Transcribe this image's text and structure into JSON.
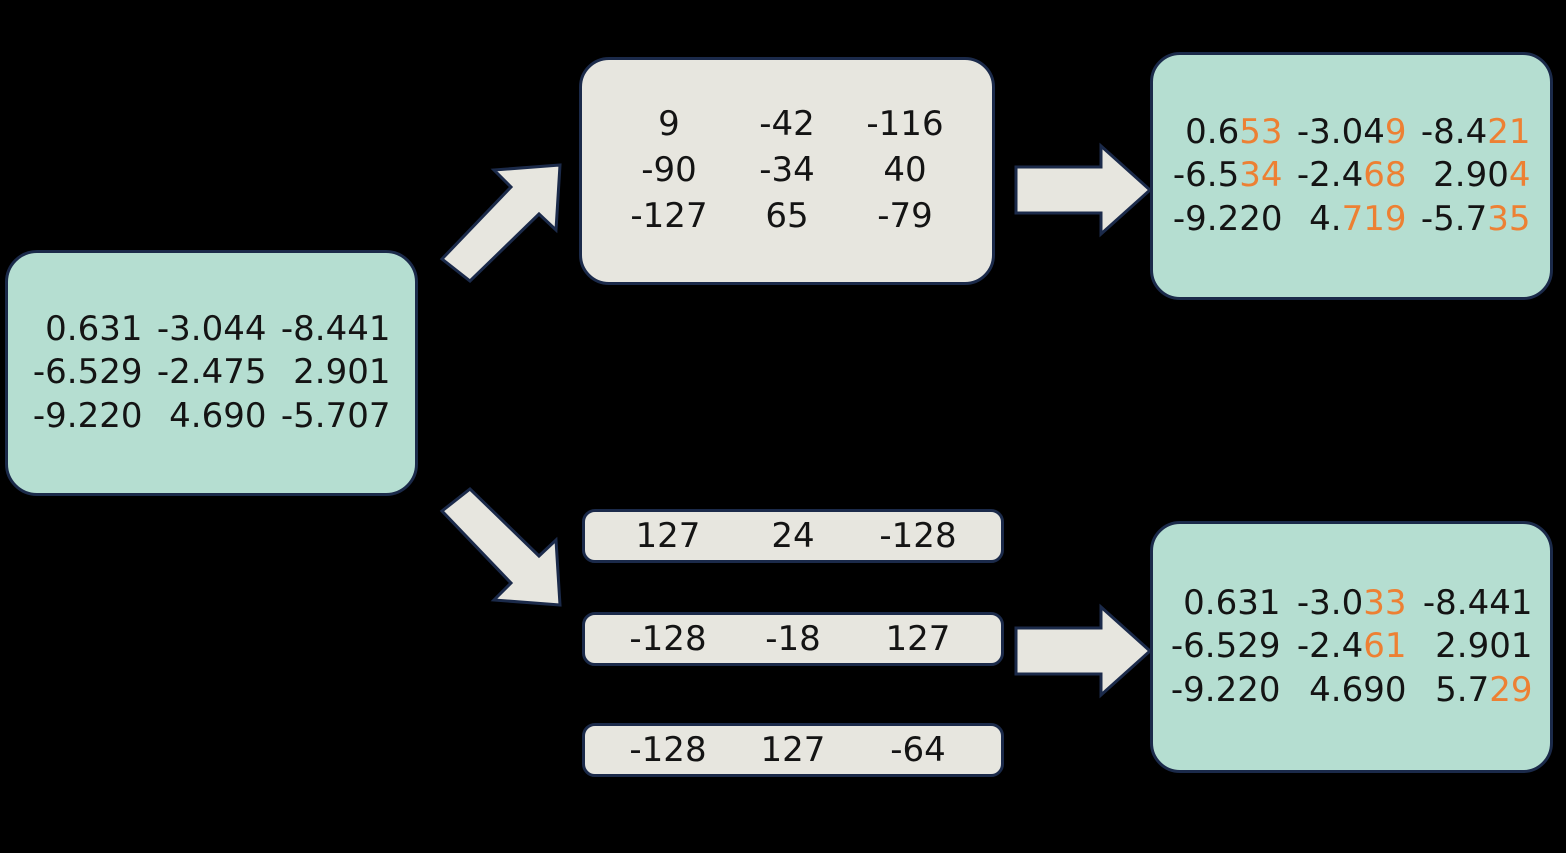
{
  "diagram": {
    "title": "quantization-dequantization-flow",
    "colors": {
      "background": "#000000",
      "float_box_fill": "#B5DED1",
      "int_box_fill": "#E7E6DF",
      "outline": "#1B2A4A",
      "text": "#141414",
      "accent_error": "#ED8033"
    }
  },
  "input_matrix": {
    "name": "original-float-matrix",
    "rows": [
      [
        "0.631",
        "-3.044",
        "-8.441"
      ],
      [
        "-6.529",
        "-2.475",
        "2.901"
      ],
      [
        "-9.220",
        "4.690",
        "-5.707"
      ]
    ]
  },
  "quantized_tensor": {
    "name": "per-tensor-quantized-int8-matrix",
    "rows": [
      [
        "9",
        "-42",
        "-116"
      ],
      [
        "-90",
        "-34",
        "40"
      ],
      [
        "-127",
        "65",
        "-79"
      ]
    ]
  },
  "quantized_rows": {
    "name": "per-row-quantized-int8-vectors",
    "vectors": [
      [
        "127",
        "24",
        "-128"
      ],
      [
        "-128",
        "-18",
        "127"
      ],
      [
        "-128",
        "127",
        "-64"
      ]
    ]
  },
  "dequant_tensor": {
    "name": "per-tensor-dequantized-float-matrix",
    "rows": [
      [
        {
          "base": "0.6",
          "err": "53"
        },
        {
          "base": "-3.04",
          "err": "9"
        },
        {
          "base": "-8.4",
          "err": "21"
        }
      ],
      [
        {
          "base": "-6.5",
          "err": "34"
        },
        {
          "base": "-2.4",
          "err": "68"
        },
        {
          "base": "2.90",
          "err": "4"
        }
      ],
      [
        {
          "base": "-9.220",
          "err": ""
        },
        {
          "base": "4.",
          "err": "719"
        },
        {
          "base": "-5.7",
          "err": "35"
        }
      ]
    ]
  },
  "dequant_rows": {
    "name": "per-row-dequantized-float-matrix",
    "rows": [
      [
        {
          "base": "0.631",
          "err": ""
        },
        {
          "base": "-3.0",
          "err": "33"
        },
        {
          "base": "-8.441",
          "err": ""
        }
      ],
      [
        {
          "base": "-6.529",
          "err": ""
        },
        {
          "base": "-2.4",
          "err": "61"
        },
        {
          "base": "2.901",
          "err": ""
        }
      ],
      [
        {
          "base": "-9.220",
          "err": ""
        },
        {
          "base": "4.690",
          "err": ""
        },
        {
          "base": "5.7",
          "err": "29"
        }
      ]
    ]
  },
  "arrows": {
    "up_right": "arrow-input-to-tensor-quant",
    "down_right": "arrow-input-to-row-quant",
    "right_top": "arrow-tensor-quant-to-dequant",
    "right_bottom": "arrow-row-quant-to-dequant"
  }
}
